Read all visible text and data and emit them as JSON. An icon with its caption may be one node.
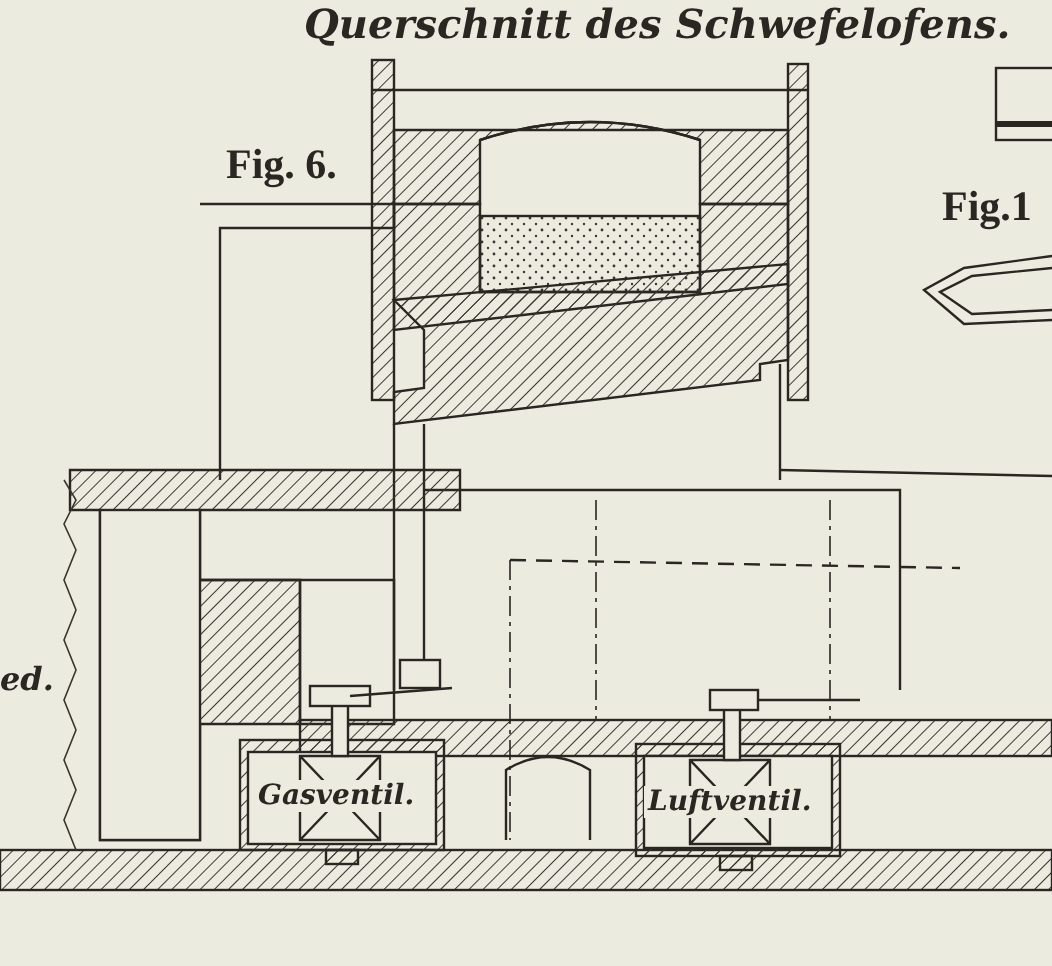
{
  "diagram": {
    "title": "Querschnitt des Schwefelofens.",
    "labels": [
      "Fig. 6.",
      "Fig.1",
      "ed.",
      "Gasventil.",
      "Luftventil."
    ]
  }
}
